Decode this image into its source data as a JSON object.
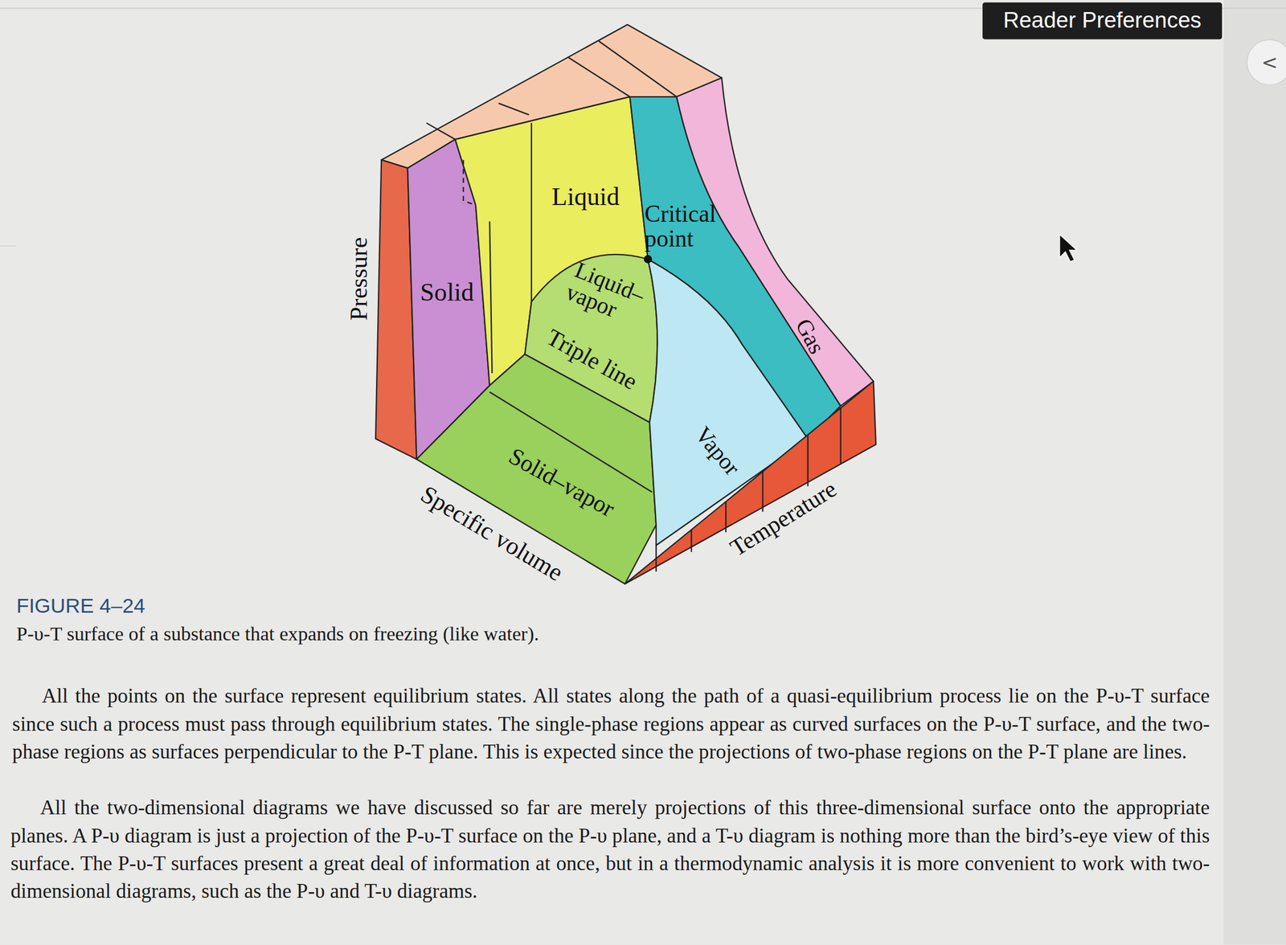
{
  "diagram": {
    "title": "FIGURE 4–24",
    "caption": "P-υ-T surface of a substance that expands on freezing (like water).",
    "nodes": [
      {
        "text": [
          "Reader Preferences"
        ]
      },
      {
        "text": [
          "<"
        ]
      }
    ],
    "labels": [
      "Pressure",
      "Solid",
      "Liquid",
      "Critical point",
      "Liquid–vapor",
      "Triple line",
      "Solid–vapor",
      "Vapor",
      "Gas",
      "Specific volume",
      "Temperature",
      "All the points on the surface represent equilibrium states. All states along the path of a quasi-equilibrium process lie on the P-υ-T surface since such a process must pass through equilibrium states. The single-phase regions appear as curved surfaces on the P-υ-T surface, and the two-phase regions as surfaces perpendicular to the P-T plane. This is expected since the projections of two-phase regions on the P-T plane are lines.",
      "All the two-dimensional diagrams we have discussed so far are merely projections of this three-dimensional surface onto the appropriate planes. A P-υ diagram is just a projection of the P-υ-T surface on the P-υ plane, and a T-υ diagram is nothing more than the bird’s-eye view of this surface. The P-υ-T surfaces present a great deal of information at once, but in a thermodynamic analysis it is more convenient to work with two-dimensional diagrams, such as the P-υ and T-υ diagrams."
    ]
  }
}
